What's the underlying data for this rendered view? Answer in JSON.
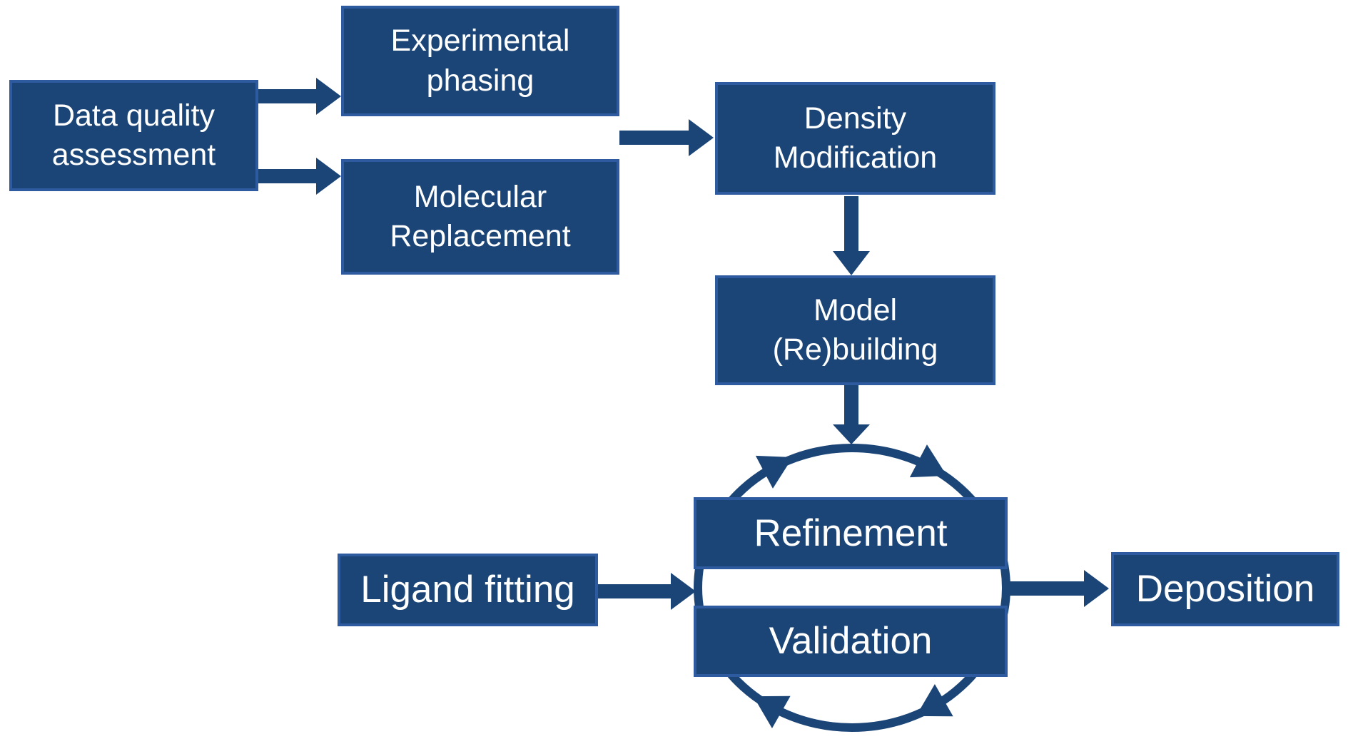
{
  "colors": {
    "canvas_bg": "#FFFFFF",
    "box_fill": "#1C4577",
    "box_border": "#2E5B9F",
    "arrow_color": "#1C4577",
    "text_color": "#FFFFFF"
  },
  "nodes": {
    "data_quality": {
      "label": "Data quality\nassessment"
    },
    "experimental_phasing": {
      "label": "Experimental\nphasing"
    },
    "molecular_replacement": {
      "label": "Molecular\nReplacement"
    },
    "density_modification": {
      "label": "Density\nModification"
    },
    "model_rebuilding": {
      "label": "Model\n(Re)building"
    },
    "refinement": {
      "label": "Refinement"
    },
    "validation": {
      "label": "Validation"
    },
    "ligand_fitting": {
      "label": "Ligand fitting"
    },
    "deposition": {
      "label": "Deposition"
    }
  },
  "edges": [
    {
      "from": "data_quality",
      "to": "experimental_phasing"
    },
    {
      "from": "data_quality",
      "to": "molecular_replacement"
    },
    {
      "from": "experimental_phasing / molecular_replacement",
      "to": "density_modification"
    },
    {
      "from": "density_modification",
      "to": "model_rebuilding"
    },
    {
      "from": "model_rebuilding",
      "to": "refinement_validation_cycle"
    },
    {
      "from": "ligand_fitting",
      "to": "refinement_validation_cycle"
    },
    {
      "from": "refinement_validation_cycle",
      "to": "deposition"
    }
  ],
  "cycle": {
    "members": [
      "refinement",
      "validation"
    ],
    "direction": "clockwise"
  }
}
